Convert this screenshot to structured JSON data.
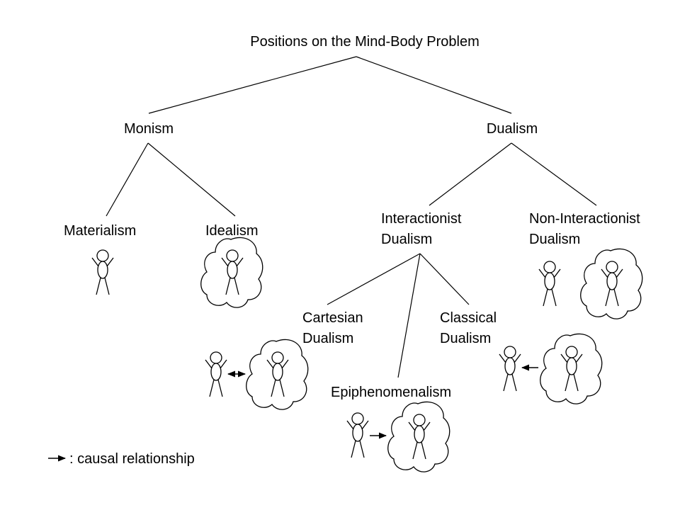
{
  "title": "Positions on the Mind-Body Problem",
  "nodes": {
    "monism": "Monism",
    "dualism": "Dualism",
    "materialism": "Materialism",
    "idealism": "Idealism",
    "interactionist": [
      "Interactionist",
      "Dualism"
    ],
    "non_interactionist": [
      "Non-Interactionist",
      "Dualism"
    ],
    "cartesian": [
      "Cartesian",
      "Dualism"
    ],
    "classical": [
      "Classical",
      "Dualism"
    ],
    "epiphenomenalism": "Epiphenomenalism"
  },
  "legend": {
    "text": ": causal relationship",
    "icon": "right-arrow-icon"
  },
  "icons": {
    "person": "stick-figure-icon",
    "mind": "thought-cloud-icon"
  }
}
